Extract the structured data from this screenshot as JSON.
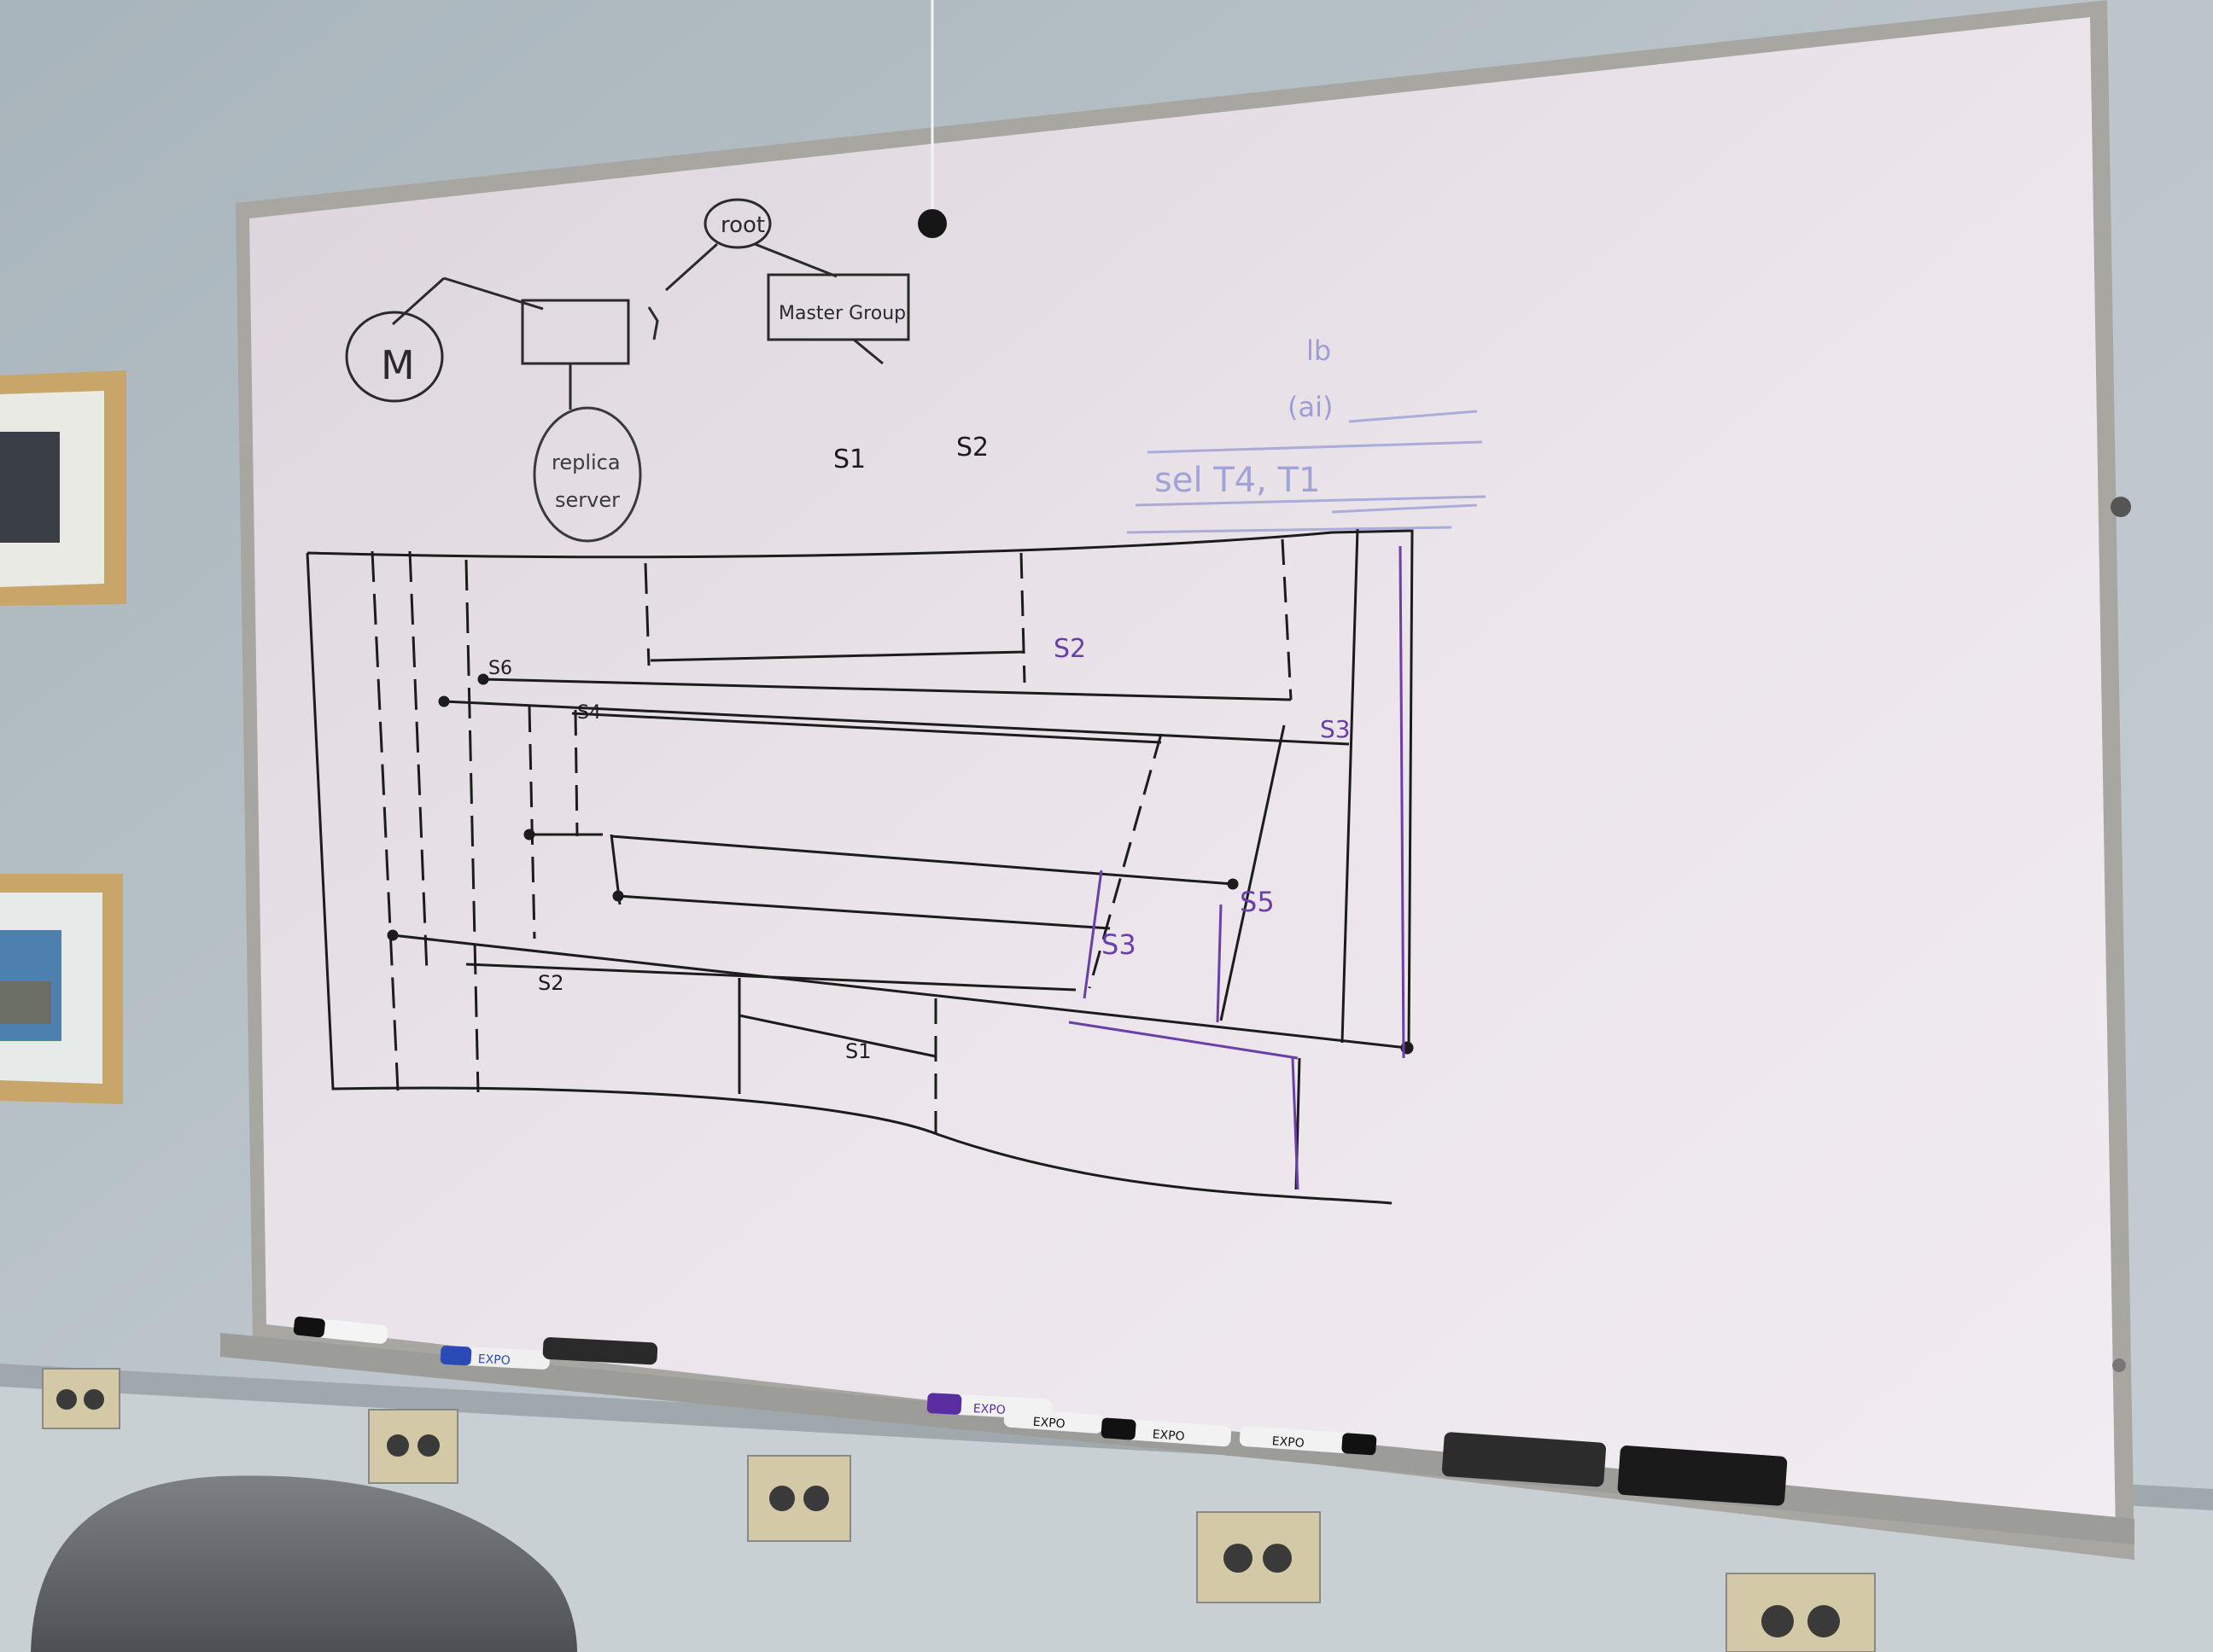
{
  "whiteboard": {
    "tree": {
      "root_label": "root",
      "m_label": "M",
      "master_group_label": "Master Group",
      "replica_label_line1": "replica",
      "replica_label_line2": "server"
    },
    "top_labels": {
      "s1": "S1",
      "s2": "S2"
    },
    "faded_notes": {
      "line1": "lb",
      "line2": "(ai)",
      "line3": "sel T4, T1"
    },
    "diagram_labels": {
      "s2_top": "S2",
      "s6": "S6",
      "s3_right": "S3",
      "s4": "S4",
      "s5": "S5",
      "s3_mid": "S3",
      "s2_low": "S2",
      "s1": "S1"
    }
  },
  "tray": {
    "markers": [
      "EXPO",
      "EXPO",
      "EXPO",
      "EXPO",
      "EXPO"
    ]
  },
  "colors": {
    "wall": "#b8c3c9",
    "board": "#ece6ec",
    "frame": "#a9a8a3",
    "ink_black": "#1c1c1c",
    "ink_purple": "#6a3fa8",
    "ink_blue_faded": "#8a8fd0"
  }
}
